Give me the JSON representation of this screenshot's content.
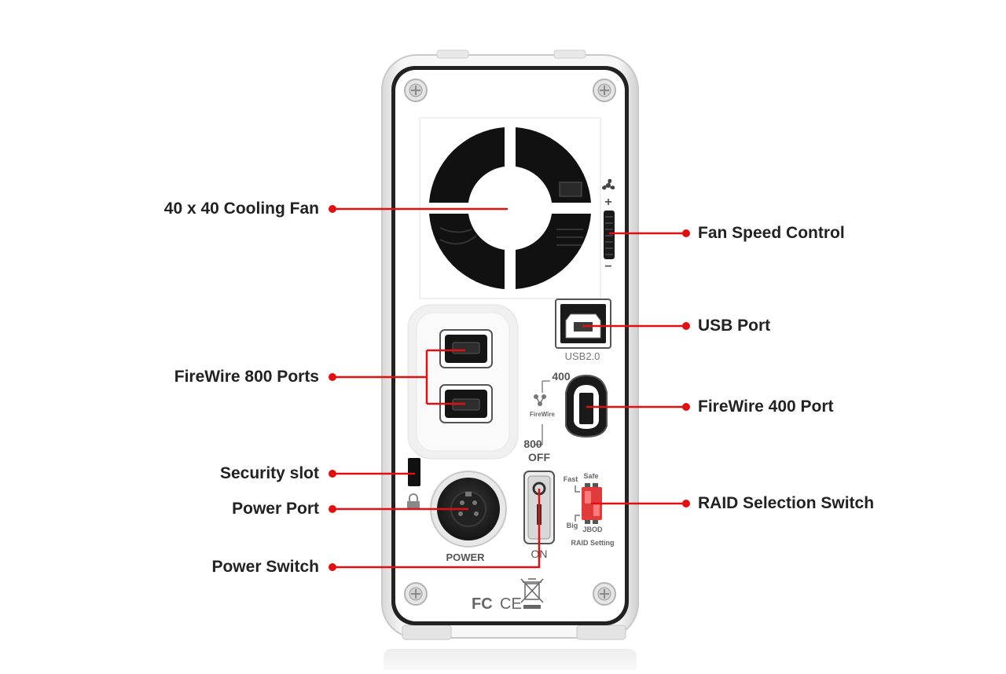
{
  "colors": {
    "accent": "#e01010",
    "housing": "#f2f2f2",
    "panel": "#ffffff",
    "fan": "#111111",
    "raid_switch": "#e03a3a"
  },
  "callouts": {
    "cooling_fan": "40 x 40 Cooling Fan",
    "firewire800": "FireWire 800 Ports",
    "security_slot": "Security slot",
    "power_port": "Power Port",
    "power_switch": "Power Switch",
    "fan_speed": "Fan Speed Control",
    "usb_port": "USB Port",
    "firewire400": "FireWire 400 Port",
    "raid_switch": "RAID Selection Switch"
  },
  "device": {
    "fan_plus": "+",
    "fan_minus": "−",
    "usb_label": "USB2.0",
    "fw_400": "400",
    "fw_800": "800",
    "fw_off": "OFF",
    "fw_logo_text": "FireWire",
    "power_label": "POWER",
    "switch_on": "ON",
    "raid_fast": "Fast",
    "raid_safe": "Safe",
    "raid_big": "Big",
    "raid_jbod": "JBOD",
    "raid_setting": "RAID Setting",
    "fcc_mark": "FC",
    "ce_mark": "CE"
  }
}
